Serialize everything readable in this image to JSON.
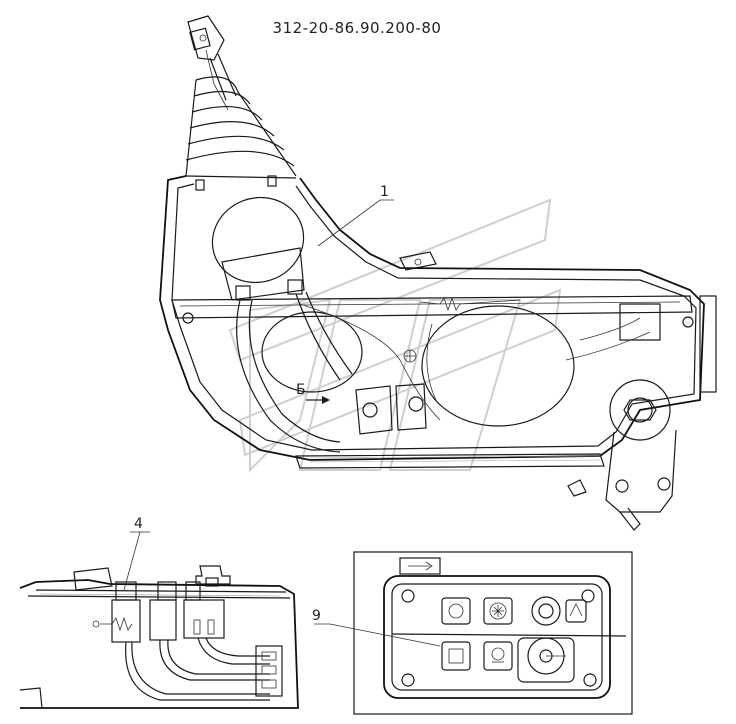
{
  "drawing": {
    "part_number": "312-20-86.90.200-80",
    "callouts": {
      "item_1": "1",
      "item_4": "4",
      "item_9": "9",
      "view_b": "Б"
    }
  },
  "colors": {
    "line": "#1a1a1a",
    "background": "#ffffff",
    "watermark": "#cfcfcf"
  }
}
